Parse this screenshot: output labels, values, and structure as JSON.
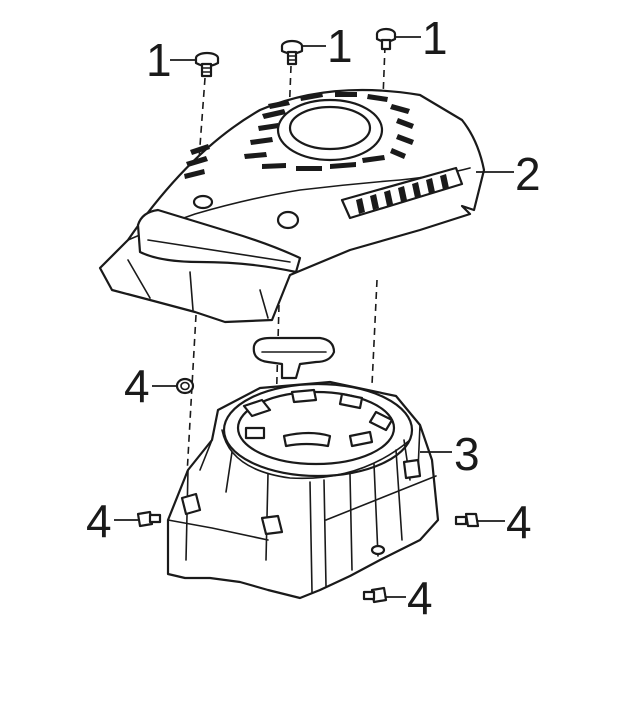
{
  "callouts": {
    "screw_left": "1",
    "screw_middle": "1",
    "screw_right": "1",
    "cover": "2",
    "starter": "3",
    "nut": "4",
    "bolt_left": "4",
    "bolt_right": "4",
    "bolt_bottom": "4"
  },
  "colors": {
    "line": "#1a1a1a",
    "background": "#ffffff"
  }
}
